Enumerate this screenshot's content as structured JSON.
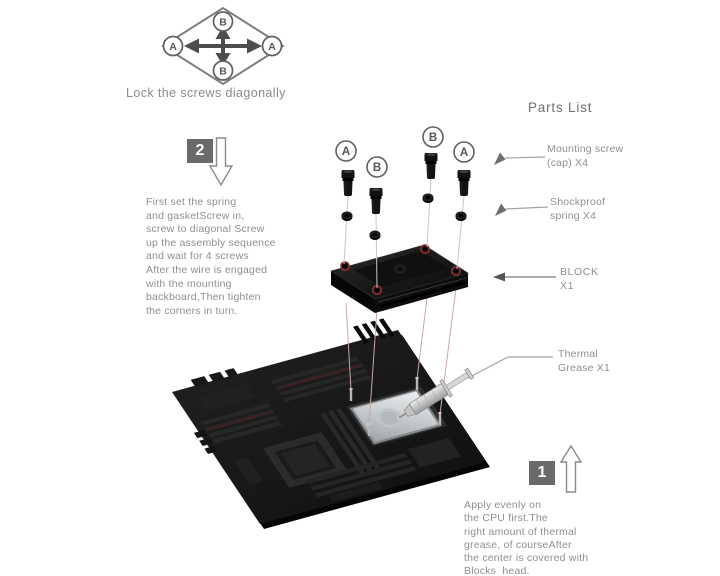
{
  "lock_diagram": {
    "caption": "Lock the screws diagonally",
    "top_label": "B",
    "bottom_label": "B",
    "left_label": "A",
    "right_label": "A"
  },
  "step2": {
    "number": "2",
    "text": "First set the spring\nand gasketScrew in,\nscrew to diagonal Screw\nup the assembly sequence\nand wait for 4 screws\nAfter the wire is engaged\nwith the mounting\nbackboard,Then tighten\nthe corners in turn."
  },
  "step1": {
    "number": "1",
    "text": "Apply evenly on\nthe CPU first.The\nright amount of thermal\ngrease, of courseAfter\nthe center is covered with\nBlocks  head."
  },
  "parts_list": {
    "title": "Parts List",
    "items": [
      {
        "label": "Mounting screw\n(cap) X4"
      },
      {
        "label": "Shockproof\nspring X4"
      },
      {
        "label": "BLOCK\nX1"
      },
      {
        "label": "Thermal\nGrease X1"
      }
    ]
  },
  "screw_callouts": {
    "s1": "A",
    "s2": "B",
    "s3": "B",
    "s4": "A"
  },
  "colors": {
    "text_gray": "#8f8f8f",
    "badge_gray": "#6a6a6a",
    "accent_red": "#a83232",
    "board_black": "#151515",
    "cpu_silver": "#d9dcde"
  }
}
